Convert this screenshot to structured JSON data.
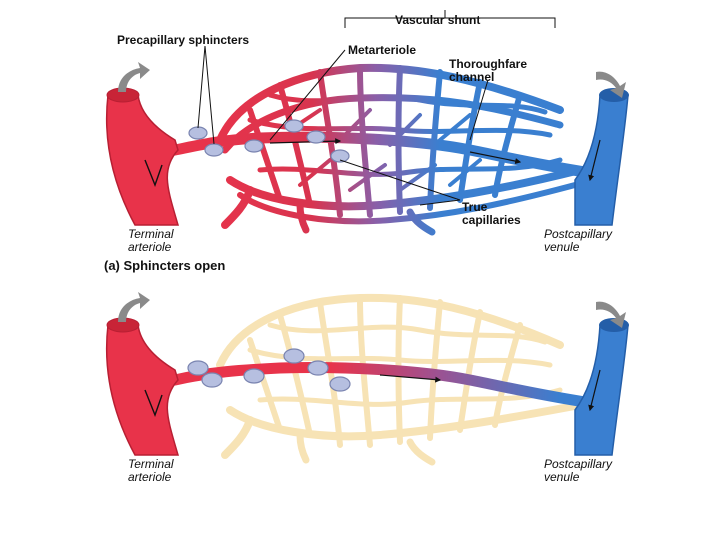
{
  "panel_a": {
    "labels": {
      "vascular_shunt": "Vascular shunt",
      "precapillary_sphincters": "Precapillary sphincters",
      "metarteriole": "Metarteriole",
      "thoroughfare_line1": "Thoroughfare",
      "thoroughfare_line2": "channel",
      "true_cap_line1": "True",
      "true_cap_line2": "capillaries",
      "terminal_line1": "Terminal",
      "terminal_line2": "arteriole",
      "postcap_line1": "Postcapillary",
      "postcap_line2": "venule"
    },
    "caption": "(a) Sphincters open"
  },
  "panel_b": {
    "labels": {
      "terminal_line1": "Terminal",
      "terminal_line2": "arteriole",
      "postcap_line1": "Postcapillary",
      "postcap_line2": "venule"
    }
  },
  "colors": {
    "artery": "#e8334a",
    "artery_dark": "#b81f33",
    "vein": "#3a7fd0",
    "vein_dark": "#245ea8",
    "mid_purple": "#8a5fa8",
    "closed_bed": "#f7e3b5",
    "closed_bed_edge": "#e2c07e",
    "sphincter": "#b6bfe0",
    "arrow_grey": "#8a8a8a"
  },
  "icons": [
    "flow-in-arrow-icon",
    "flow-out-arrow-icon",
    "sphincter-ring-icon"
  ]
}
